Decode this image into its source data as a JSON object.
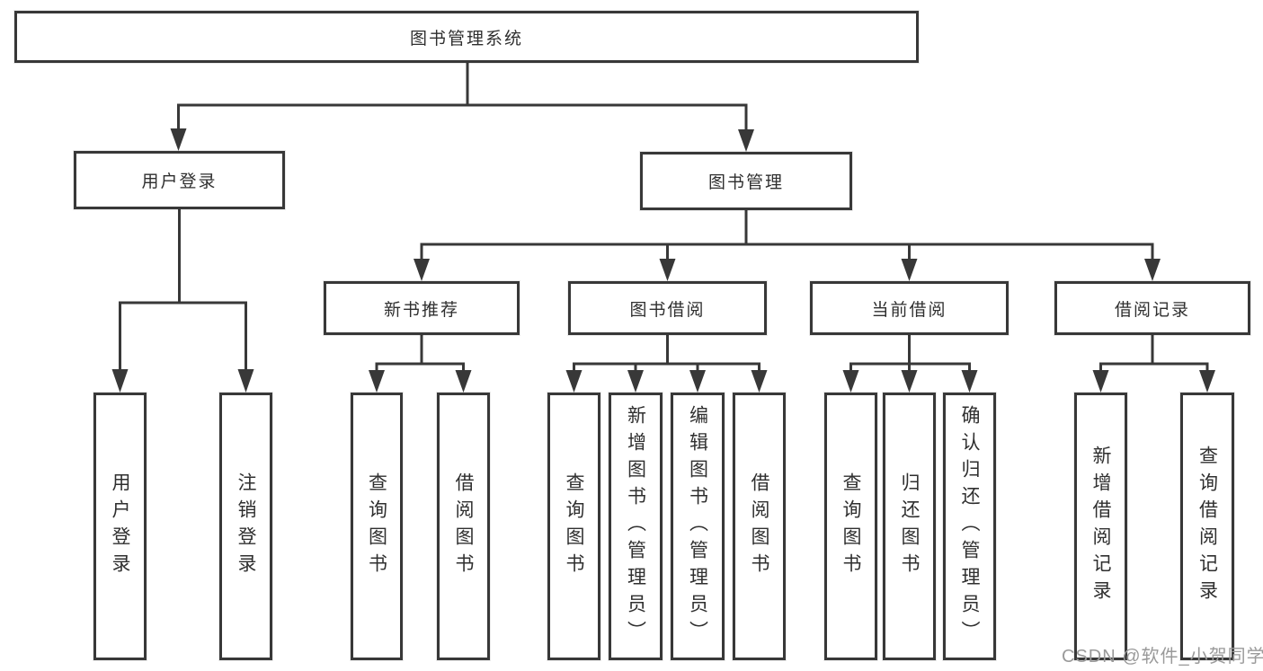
{
  "nodes": {
    "root": {
      "label": "图书管理系统"
    },
    "level2": [
      {
        "label": "用户登录"
      },
      {
        "label": "图书管理"
      }
    ],
    "level3": [
      {
        "label": "新书推荐"
      },
      {
        "label": "图书借阅"
      },
      {
        "label": "当前借阅"
      },
      {
        "label": "借阅记录"
      }
    ],
    "leaves": [
      {
        "label": "用户登录"
      },
      {
        "label": "注销登录"
      },
      {
        "label": "查询图书"
      },
      {
        "label": "借阅图书"
      },
      {
        "label": "查询图书"
      },
      {
        "label": "新增图书（管理员）"
      },
      {
        "label": "编辑图书（管理员）"
      },
      {
        "label": "借阅图书"
      },
      {
        "label": "查询图书"
      },
      {
        "label": "归还图书"
      },
      {
        "label": "确认归还（管理员）"
      },
      {
        "label": "新增借阅记录"
      },
      {
        "label": "查询借阅记录"
      }
    ]
  },
  "watermark": "CSDN @软件_小贺同学",
  "colors": {
    "line": "#383838",
    "box_border": "#383838",
    "box_fill": "#ffffff",
    "text": "#2f2f2f",
    "watermark": "#9a9a9a"
  }
}
